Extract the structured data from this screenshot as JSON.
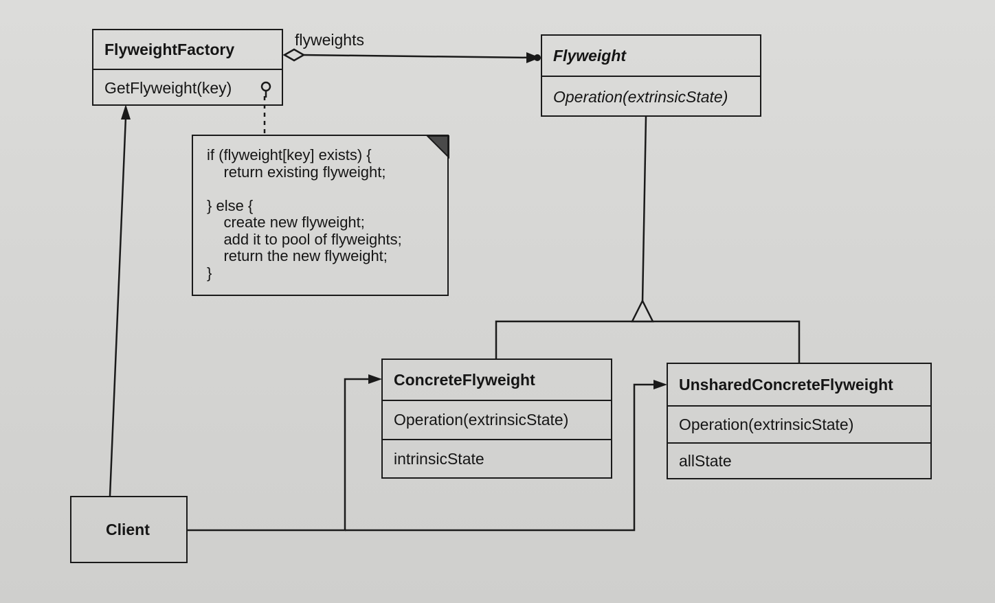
{
  "classes": {
    "flyweight_factory": {
      "name": "FlyweightFactory",
      "operation": "GetFlyweight(key)"
    },
    "flyweight": {
      "name": "Flyweight",
      "operation": "Operation(extrinsicState)"
    },
    "concrete_flyweight": {
      "name": "ConcreteFlyweight",
      "operation": "Operation(extrinsicState)",
      "attribute": "intrinsicState"
    },
    "unshared_concrete_flyweight": {
      "name": "UnsharedConcreteFlyweight",
      "operation": "Operation(extrinsicState)",
      "attribute": "allState"
    },
    "client": {
      "name": "Client"
    }
  },
  "associations": {
    "factory_to_flyweight_label": "flyweights"
  },
  "note": {
    "text": "if (flyweight[key] exists) {\n    return existing flyweight;\n\n} else {\n    create new flyweight;\n    add it to pool of flyweights;\n    return the new flyweight;\n}"
  },
  "colors": {
    "ink": "#1a1a1a",
    "paper": "#d9d9d7"
  }
}
